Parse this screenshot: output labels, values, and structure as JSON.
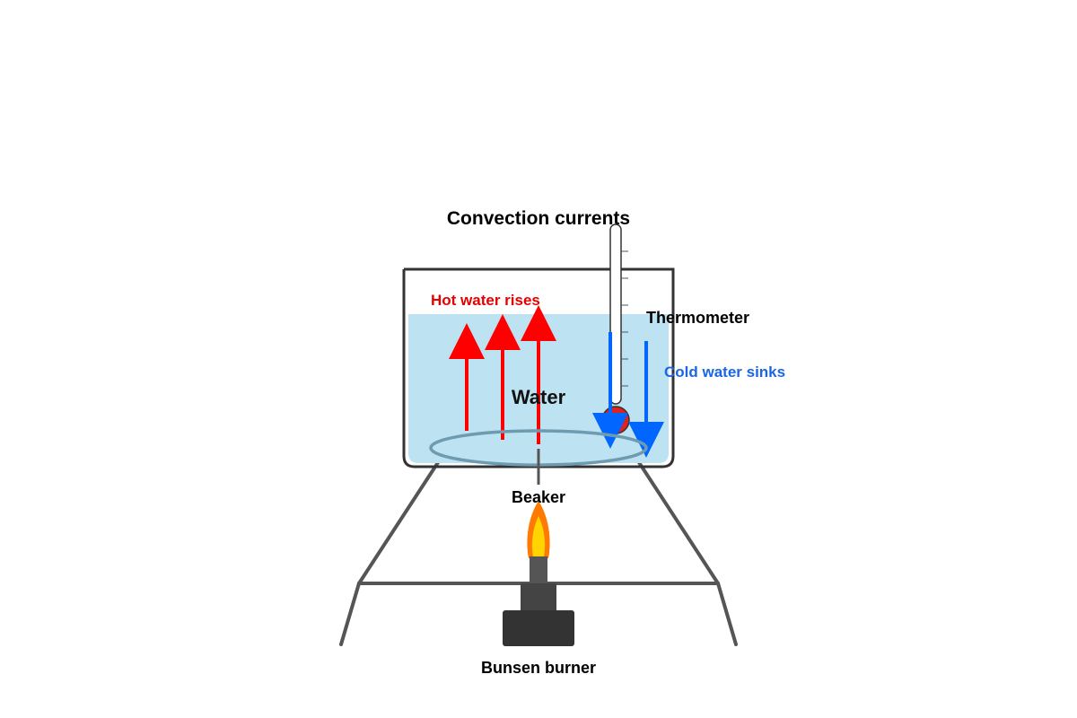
{
  "diagram": {
    "title": "Convection currents",
    "labels": {
      "hot_water": "Hot water rises",
      "cold_water": "Cold water sinks",
      "thermometer": "Thermometer",
      "water": "Water",
      "beaker": "Beaker",
      "burner": "Bunsen burner"
    },
    "colors": {
      "hot": "#ff0000",
      "hot_text": "#e60000",
      "cold": "#0066ff",
      "cold_text": "#1a66e6",
      "water": "#bde3f2",
      "stand": "#555555",
      "burner": "#333333",
      "flame_outer": "#ff7a00",
      "flame_inner": "#ffd400",
      "ring": "#6e9bb0",
      "bulb": "#dd2222"
    }
  }
}
